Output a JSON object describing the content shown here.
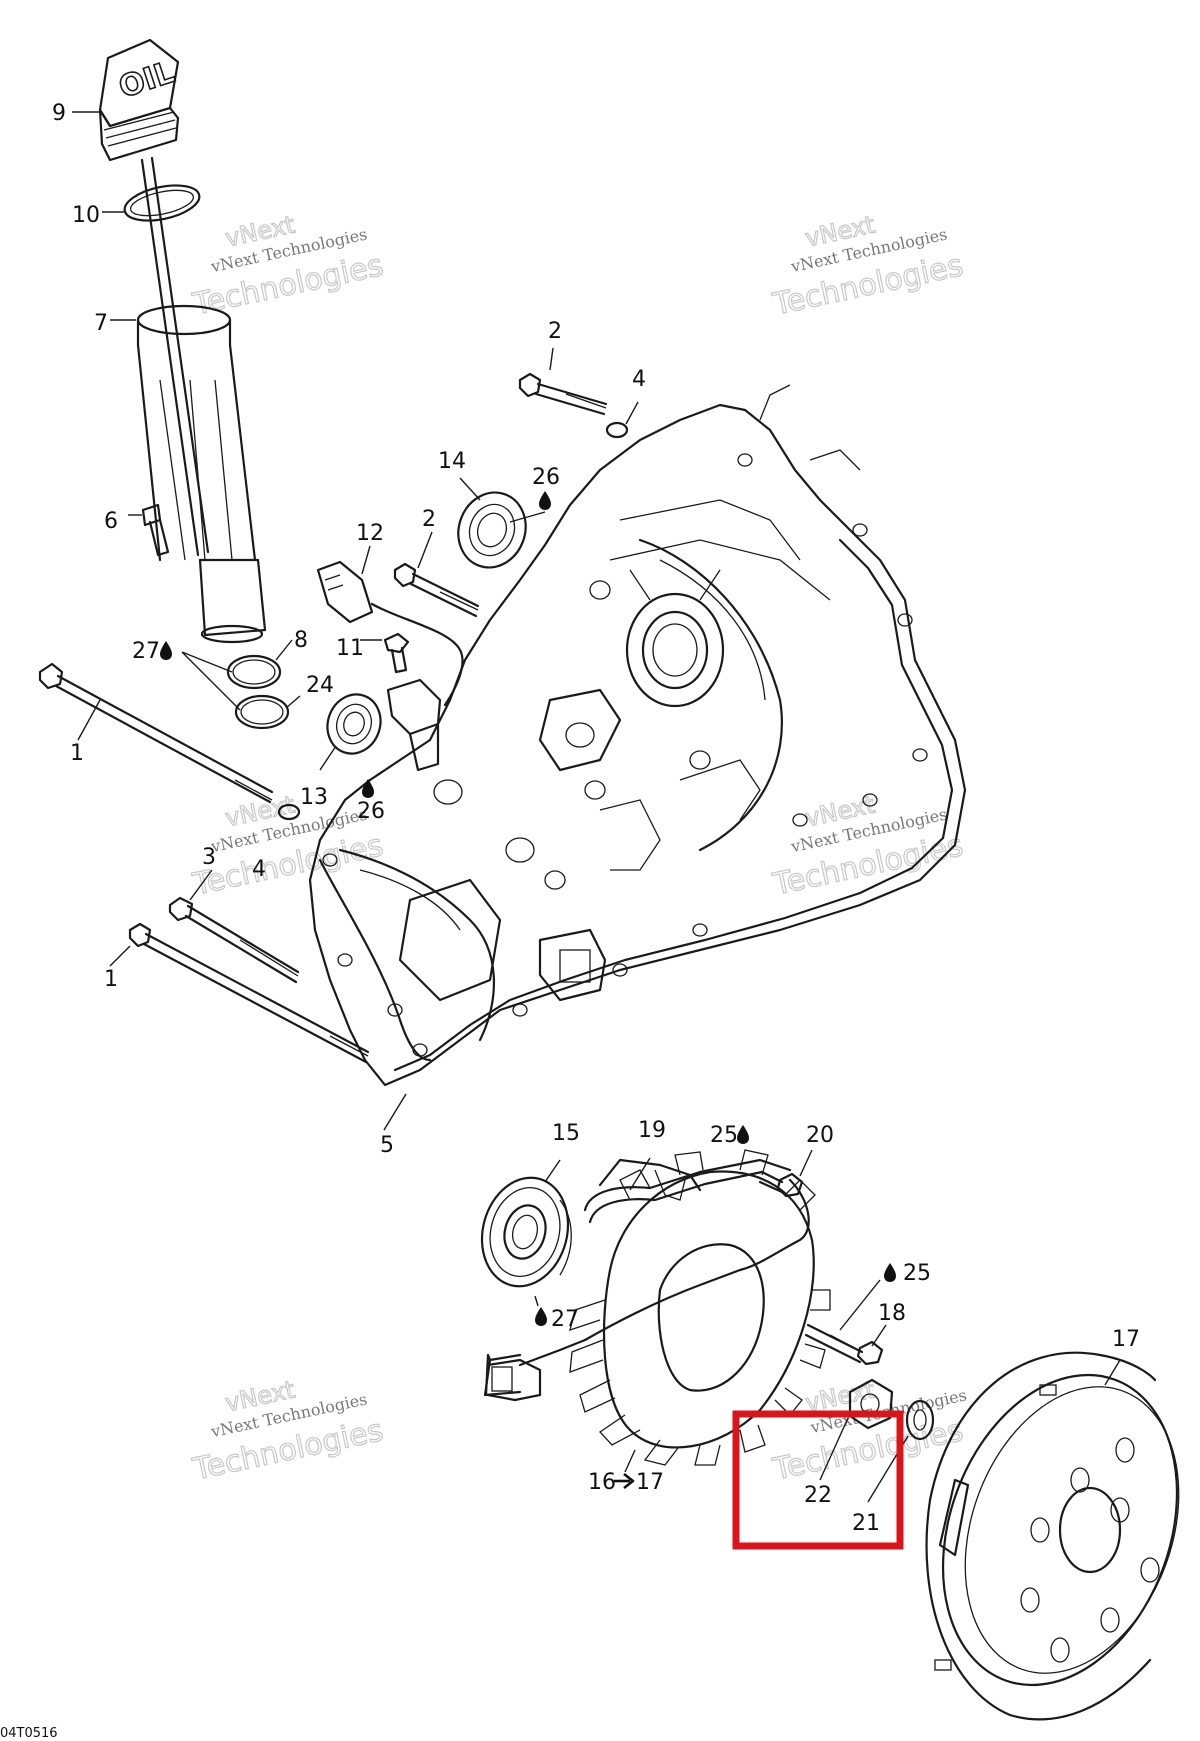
{
  "diagram": {
    "oil_cap_text": "OIL",
    "drawing_code": "04T0516",
    "callouts": {
      "c9": "9",
      "c10": "10",
      "c7": "7",
      "c6": "6",
      "c27a": "27",
      "c8": "8",
      "c24": "24",
      "c1a": "1",
      "c13": "13",
      "c26a": "26",
      "c11": "11",
      "c12": "12",
      "c2a": "2",
      "c2b": "2",
      "c4a": "4",
      "c14": "14",
      "c26b": "26",
      "c3": "3",
      "c4b": "4",
      "c1b": "1",
      "c5": "5",
      "c15": "15",
      "c19": "19",
      "c25a": "25",
      "c20": "20",
      "c25b": "25",
      "c18": "18",
      "c27b": "27",
      "c16": "16",
      "c17a": "17",
      "c22": "22",
      "c21": "21",
      "c17b": "17"
    },
    "watermark": {
      "line1": "vNext",
      "line2": "vNext Technologies",
      "line3": "Technologies"
    },
    "highlight_color": "#d9141b"
  }
}
